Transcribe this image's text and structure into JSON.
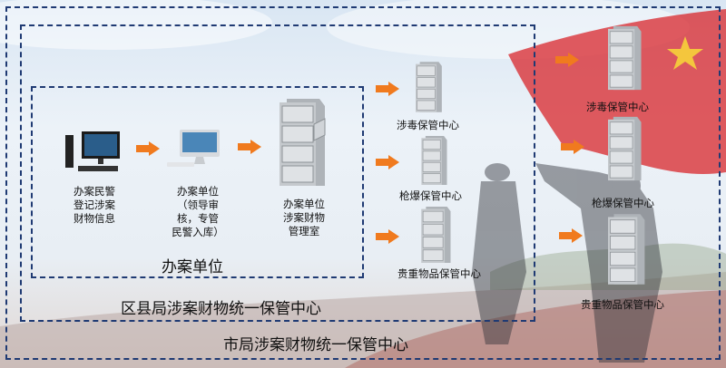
{
  "outer_label": "市局涉案财物统一保管中心",
  "middle_label": "区县局涉案财物统一保管中心",
  "inner_label": "办案单位",
  "steps": [
    {
      "text": "办案民警\n登记涉案\n财物信息",
      "icon": "desktop-computer-icon"
    },
    {
      "text": "办案单位\n（领导审\n核，专管\n民警入库）",
      "icon": "imac-computer-icon"
    },
    {
      "text": "办案单位\n涉案财物\n管理室",
      "icon": "filing-cabinet-icon"
    }
  ],
  "county_centers": [
    "涉毒保管中心",
    "枪爆保管中心",
    "贵重物品保管中心"
  ],
  "city_centers": [
    "涉毒保管中心",
    "枪爆保管中心",
    "贵重物品保管中心"
  ],
  "colors": {
    "arrow": "#f07a1e",
    "border": "#1f3a73",
    "flag": "#d8262b"
  }
}
